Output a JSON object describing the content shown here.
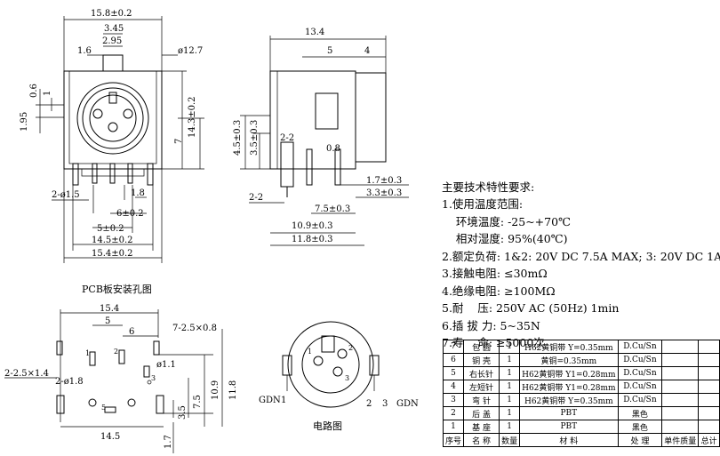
{
  "front_view": {
    "dim_width_top": "15.8±0.2",
    "dim_3_45": "3.45",
    "dim_2_95": "2.95",
    "dim_1_6": "1.6",
    "dim_dia": "ø12.7",
    "dim_0_6": "0.6",
    "dim_1": "1",
    "dim_1_95": "1.95",
    "dim_14_3": "14.3±0.2",
    "dim_7": "7",
    "dim_2_dia_1_5": "2-ø1.5",
    "dim_1_8": "1.8",
    "dim_6": "6±0.2",
    "dim_5": "5±0.2",
    "dim_14_5": "14.5±0.2",
    "dim_15_4": "15.4±0.2"
  },
  "side_view": {
    "dim_13_4": "13.4",
    "dim_5": "5",
    "dim_4": "4",
    "dim_4_5": "4.5±0.3",
    "dim_3_5": "3.5±0.3",
    "dim_2_2a": "2-2",
    "dim_0_8": "0.8",
    "dim_2_2b": "2-2",
    "dim_1_7": "1.7±0.3",
    "dim_3_3": "3.3±0.3",
    "dim_7_5": "7.5±0.3",
    "dim_10_9": "10.9±0.3",
    "dim_11_8": "11.8±0.3"
  },
  "pcb_layout": {
    "title": "PCB板安装孔图",
    "dim_15_4": "15.4",
    "dim_5": "5",
    "dim_6": "6",
    "dim_slot": "7-2.5×0.8",
    "dim_slot2": "2-2.5×1.4",
    "dim_hole18": "2-ø1.8",
    "dim_hole11": "ø1.1",
    "dim_10_9": "10.9",
    "dim_11_8": "11.8",
    "dim_7_5": "7.5",
    "dim_3_5": "3.5",
    "dim_14_5": "14.5",
    "dim_1_7": "1.7",
    "pin_labels": [
      "1",
      "2",
      "3",
      "5"
    ]
  },
  "circuit": {
    "title": "电路图",
    "left_label": "GDN",
    "left_num": "1",
    "right_labels": [
      "2",
      "3",
      "GDN"
    ],
    "pin_labels": [
      "1",
      "2",
      "3"
    ]
  },
  "specs": {
    "heading": "主要技术特性要求:",
    "lines": [
      "1.使用温度范围:",
      "    环境温度: -25~+70℃",
      "    相对湿度: 95%(40℃)",
      "2.额定负荷: 1&2: 20V DC 7.5A MAX; 3: 20V DC 1A",
      "3.接触电阻: ≤30mΩ",
      "4.绝缘电阻: ≥100MΩ",
      "5.耐    压: 250V AC (50Hz) 1min",
      "6.插 拔 力: 5~35N",
      "7.寿    命: ≥5000次"
    ]
  },
  "bom": {
    "rows": [
      [
        "7",
        "包 圆",
        "1",
        "H62黄铜带 Y=0.35mm",
        "D.Cu/Sn"
      ],
      [
        "6",
        "铜 壳",
        "1",
        "黄铜=0.35mm",
        "D.Cu/Sn"
      ],
      [
        "5",
        "右长针",
        "1",
        "H62黄铜带 Y1=0.28mm",
        "D.Cu/Sn"
      ],
      [
        "4",
        "左短针",
        "1",
        "H62黄铜带 Y1=0.28mm",
        "D.Cu/Sn"
      ],
      [
        "3",
        "弯 针",
        "1",
        "H62黄铜带 Y=0.35mm",
        "D.Cu/Sn"
      ],
      [
        "2",
        "后 盖",
        "1",
        "PBT",
        "黑色"
      ],
      [
        "1",
        "基 座",
        "1",
        "PBT",
        "黑色"
      ]
    ],
    "header": [
      "序号",
      "名 称",
      "数量",
      "材 料",
      "处 理",
      "单件质量",
      "总计"
    ]
  }
}
